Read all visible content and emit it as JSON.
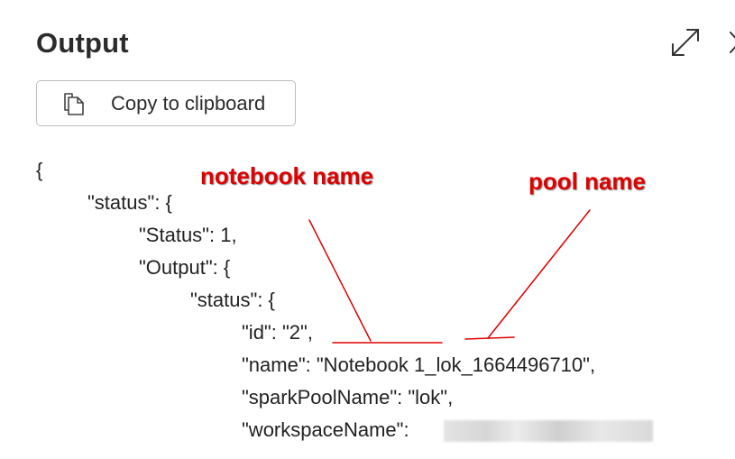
{
  "panel": {
    "title": "Output",
    "copy_button_label": "Copy to clipboard"
  },
  "icons": {
    "expand": "expand-diagonal-arrows-icon",
    "close": "close-icon",
    "copy": "copy-icon"
  },
  "code_lines": [
    "{",
    "\"status\": {",
    "\"Status\": 1,",
    "\"Output\": {",
    "\"status\": {",
    "\"id\": \"2\",",
    "\"name\": \"Notebook 1_lok_1664496710\",",
    "\"sparkPoolName\": \"lok\",",
    "\"workspaceName\":"
  ],
  "annotations": {
    "notebook_label": "notebook name",
    "pool_label": "pool name",
    "color": "#e00000"
  }
}
